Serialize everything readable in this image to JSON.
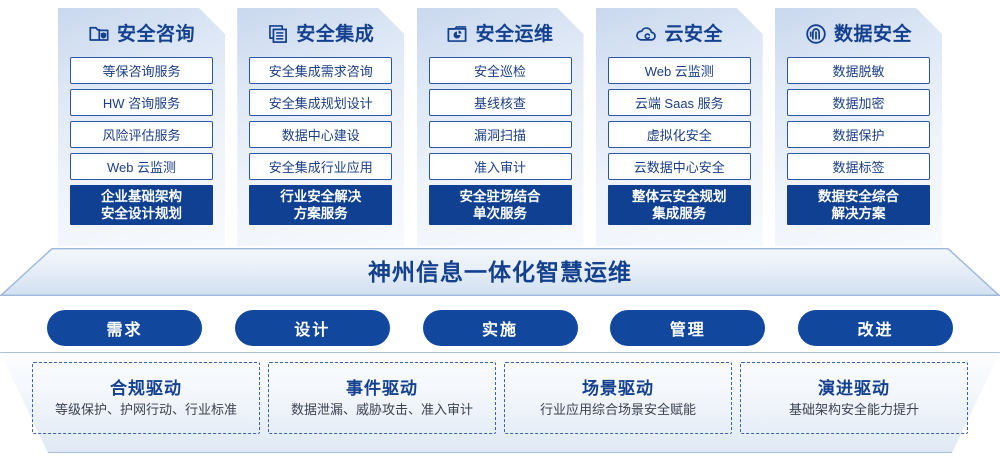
{
  "pillars": [
    {
      "icon": "folder-shield-icon",
      "title": "安全咨询",
      "items": [
        "等保咨询服务",
        "HW 咨询服务",
        "风险评估服务",
        "Web 云监测"
      ],
      "highlight_line1": "企业基础架构",
      "highlight_line2": "安全设计规划"
    },
    {
      "icon": "stacked-documents-icon",
      "title": "安全集成",
      "items": [
        "安全集成需求咨询",
        "安全集成规划设计",
        "数据中心建设",
        "安全集成行业应用"
      ],
      "highlight_line1": "行业安全解决",
      "highlight_line2": "方案服务"
    },
    {
      "icon": "monitor-chart-icon",
      "title": "安全运维",
      "items": [
        "安全巡检",
        "基线核查",
        "漏洞扫描",
        "准入审计"
      ],
      "highlight_line1": "安全驻场结合",
      "highlight_line2": "单次服务"
    },
    {
      "icon": "cloud-icon",
      "title": "云安全",
      "items": [
        "Web 云监测",
        "云端 Saas 服务",
        "虚拟化安全",
        "云数据中心安全"
      ],
      "highlight_line1": "整体云安全规划",
      "highlight_line2": "集成服务"
    },
    {
      "icon": "fingerprint-icon",
      "title": "数据安全",
      "items": [
        "数据脱敏",
        "数据加密",
        "数据保护",
        "数据标签"
      ],
      "highlight_line1": "数据安全综合",
      "highlight_line2": "解决方案"
    }
  ],
  "banner": {
    "text": "神州信息一体化智慧运维"
  },
  "pills": [
    {
      "label": "需求"
    },
    {
      "label": "设计"
    },
    {
      "label": "实施"
    },
    {
      "label": "管理"
    },
    {
      "label": "改进"
    }
  ],
  "drivers": [
    {
      "title": "合规驱动",
      "desc": "等级保护、护网行动、行业标准"
    },
    {
      "title": "事件驱动",
      "desc": "数据泄漏、威胁攻击、准入审计"
    },
    {
      "title": "场景驱动",
      "desc": "行业应用综合场景安全赋能"
    },
    {
      "title": "演进驱动",
      "desc": "基础架构安全能力提升"
    }
  ],
  "colors": {
    "deep_blue": "#0f4091",
    "title_blue": "#14418f",
    "pill_blue": "#11489e",
    "item_border": "#2a56a5",
    "panel_light": "#eef3fa"
  }
}
